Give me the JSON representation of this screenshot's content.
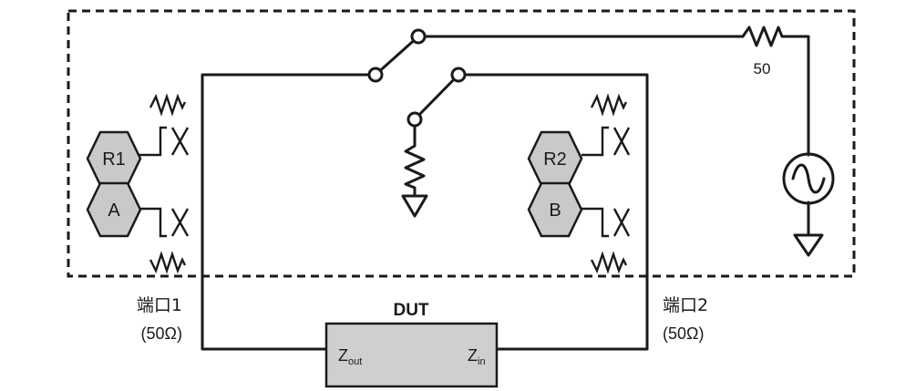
{
  "diagram": {
    "source_resistor_label": "50",
    "receivers": {
      "r1": "R1",
      "a": "A",
      "r2": "R2",
      "b": "B"
    },
    "dut": {
      "title": "DUT",
      "zout_main": "Z",
      "zout_sub": "out",
      "zin_main": "Z",
      "zin_sub": "in"
    },
    "port1": {
      "name": "端口1",
      "impedance": "(50Ω)"
    },
    "port2": {
      "name": "端口2",
      "impedance": "(50Ω)"
    },
    "colors": {
      "line": "#1a1a1a",
      "receiver_fill": "#c9c9c9",
      "dut_fill": "#cfcfcf"
    }
  }
}
